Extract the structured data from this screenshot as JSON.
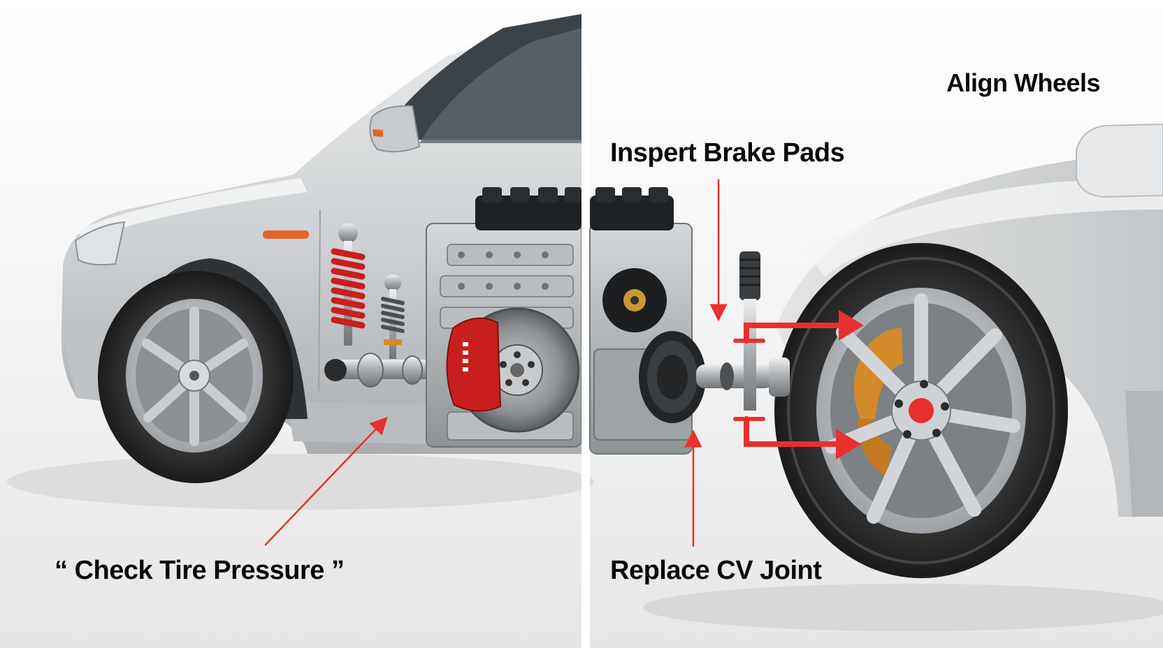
{
  "labels": {
    "align_wheels": "Align Wheels",
    "inspect_brake_pads": "Inspert Brake Pads",
    "replace_cv_joint": "Replace CV Joint",
    "check_tire_pressure": "“ Check Tire Pressure ”"
  },
  "colors": {
    "background": "#f4f4f4",
    "car_body": "#c9ccce",
    "annotation_red": "#e8302e",
    "spring_red": "#c81e1e",
    "divider": "#ffffff",
    "tire": "#2a2a2a",
    "rim": "#b4b8bb"
  }
}
